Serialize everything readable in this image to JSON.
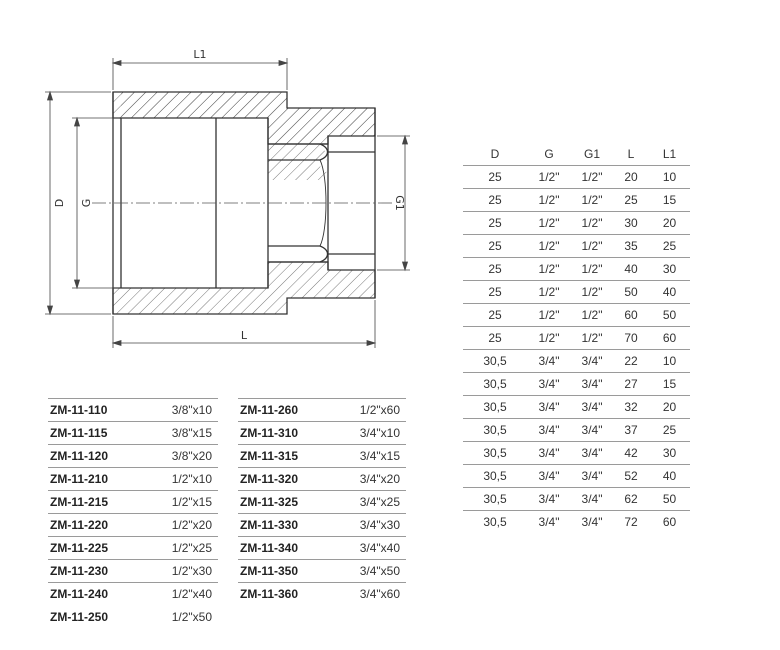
{
  "drawing": {
    "labels": {
      "L1": "L1",
      "L": "L",
      "D": "D",
      "G": "G",
      "G1": "G1"
    }
  },
  "dimension_table": {
    "headers": [
      "D",
      "G",
      "G1",
      "L",
      "L1"
    ],
    "rows": [
      [
        "25",
        "1/2\"",
        "1/2\"",
        "20",
        "10"
      ],
      [
        "25",
        "1/2\"",
        "1/2\"",
        "25",
        "15"
      ],
      [
        "25",
        "1/2\"",
        "1/2\"",
        "30",
        "20"
      ],
      [
        "25",
        "1/2\"",
        "1/2\"",
        "35",
        "25"
      ],
      [
        "25",
        "1/2\"",
        "1/2\"",
        "40",
        "30"
      ],
      [
        "25",
        "1/2\"",
        "1/2\"",
        "50",
        "40"
      ],
      [
        "25",
        "1/2\"",
        "1/2\"",
        "60",
        "50"
      ],
      [
        "25",
        "1/2\"",
        "1/2\"",
        "70",
        "60"
      ],
      [
        "30,5",
        "3/4\"",
        "3/4\"",
        "22",
        "10"
      ],
      [
        "30,5",
        "3/4\"",
        "3/4\"",
        "27",
        "15"
      ],
      [
        "30,5",
        "3/4\"",
        "3/4\"",
        "32",
        "20"
      ],
      [
        "30,5",
        "3/4\"",
        "3/4\"",
        "37",
        "25"
      ],
      [
        "30,5",
        "3/4\"",
        "3/4\"",
        "42",
        "30"
      ],
      [
        "30,5",
        "3/4\"",
        "3/4\"",
        "52",
        "40"
      ],
      [
        "30,5",
        "3/4\"",
        "3/4\"",
        "62",
        "50"
      ],
      [
        "30,5",
        "3/4\"",
        "3/4\"",
        "72",
        "60"
      ]
    ]
  },
  "codes_left": [
    {
      "code": "ZM-11-110",
      "size": "3/8\"x10"
    },
    {
      "code": "ZM-11-115",
      "size": "3/8\"x15"
    },
    {
      "code": "ZM-11-120",
      "size": "3/8\"x20"
    },
    {
      "code": "ZM-11-210",
      "size": "1/2\"x10"
    },
    {
      "code": "ZM-11-215",
      "size": "1/2\"x15"
    },
    {
      "code": "ZM-11-220",
      "size": "1/2\"x20"
    },
    {
      "code": "ZM-11-225",
      "size": "1/2\"x25"
    },
    {
      "code": "ZM-11-230",
      "size": "1/2\"x30"
    },
    {
      "code": "ZM-11-240",
      "size": "1/2\"x40"
    },
    {
      "code": "ZM-11-250",
      "size": "1/2\"x50"
    }
  ],
  "codes_right": [
    {
      "code": "ZM-11-260",
      "size": "1/2\"x60"
    },
    {
      "code": "ZM-11-310",
      "size": "3/4\"x10"
    },
    {
      "code": "ZM-11-315",
      "size": "3/4\"x15"
    },
    {
      "code": "ZM-11-320",
      "size": "3/4\"x20"
    },
    {
      "code": "ZM-11-325",
      "size": "3/4\"x25"
    },
    {
      "code": "ZM-11-330",
      "size": "3/4\"x30"
    },
    {
      "code": "ZM-11-340",
      "size": "3/4\"x40"
    },
    {
      "code": "ZM-11-350",
      "size": "3/4\"x50"
    },
    {
      "code": "ZM-11-360",
      "size": "3/4\"x60"
    }
  ]
}
